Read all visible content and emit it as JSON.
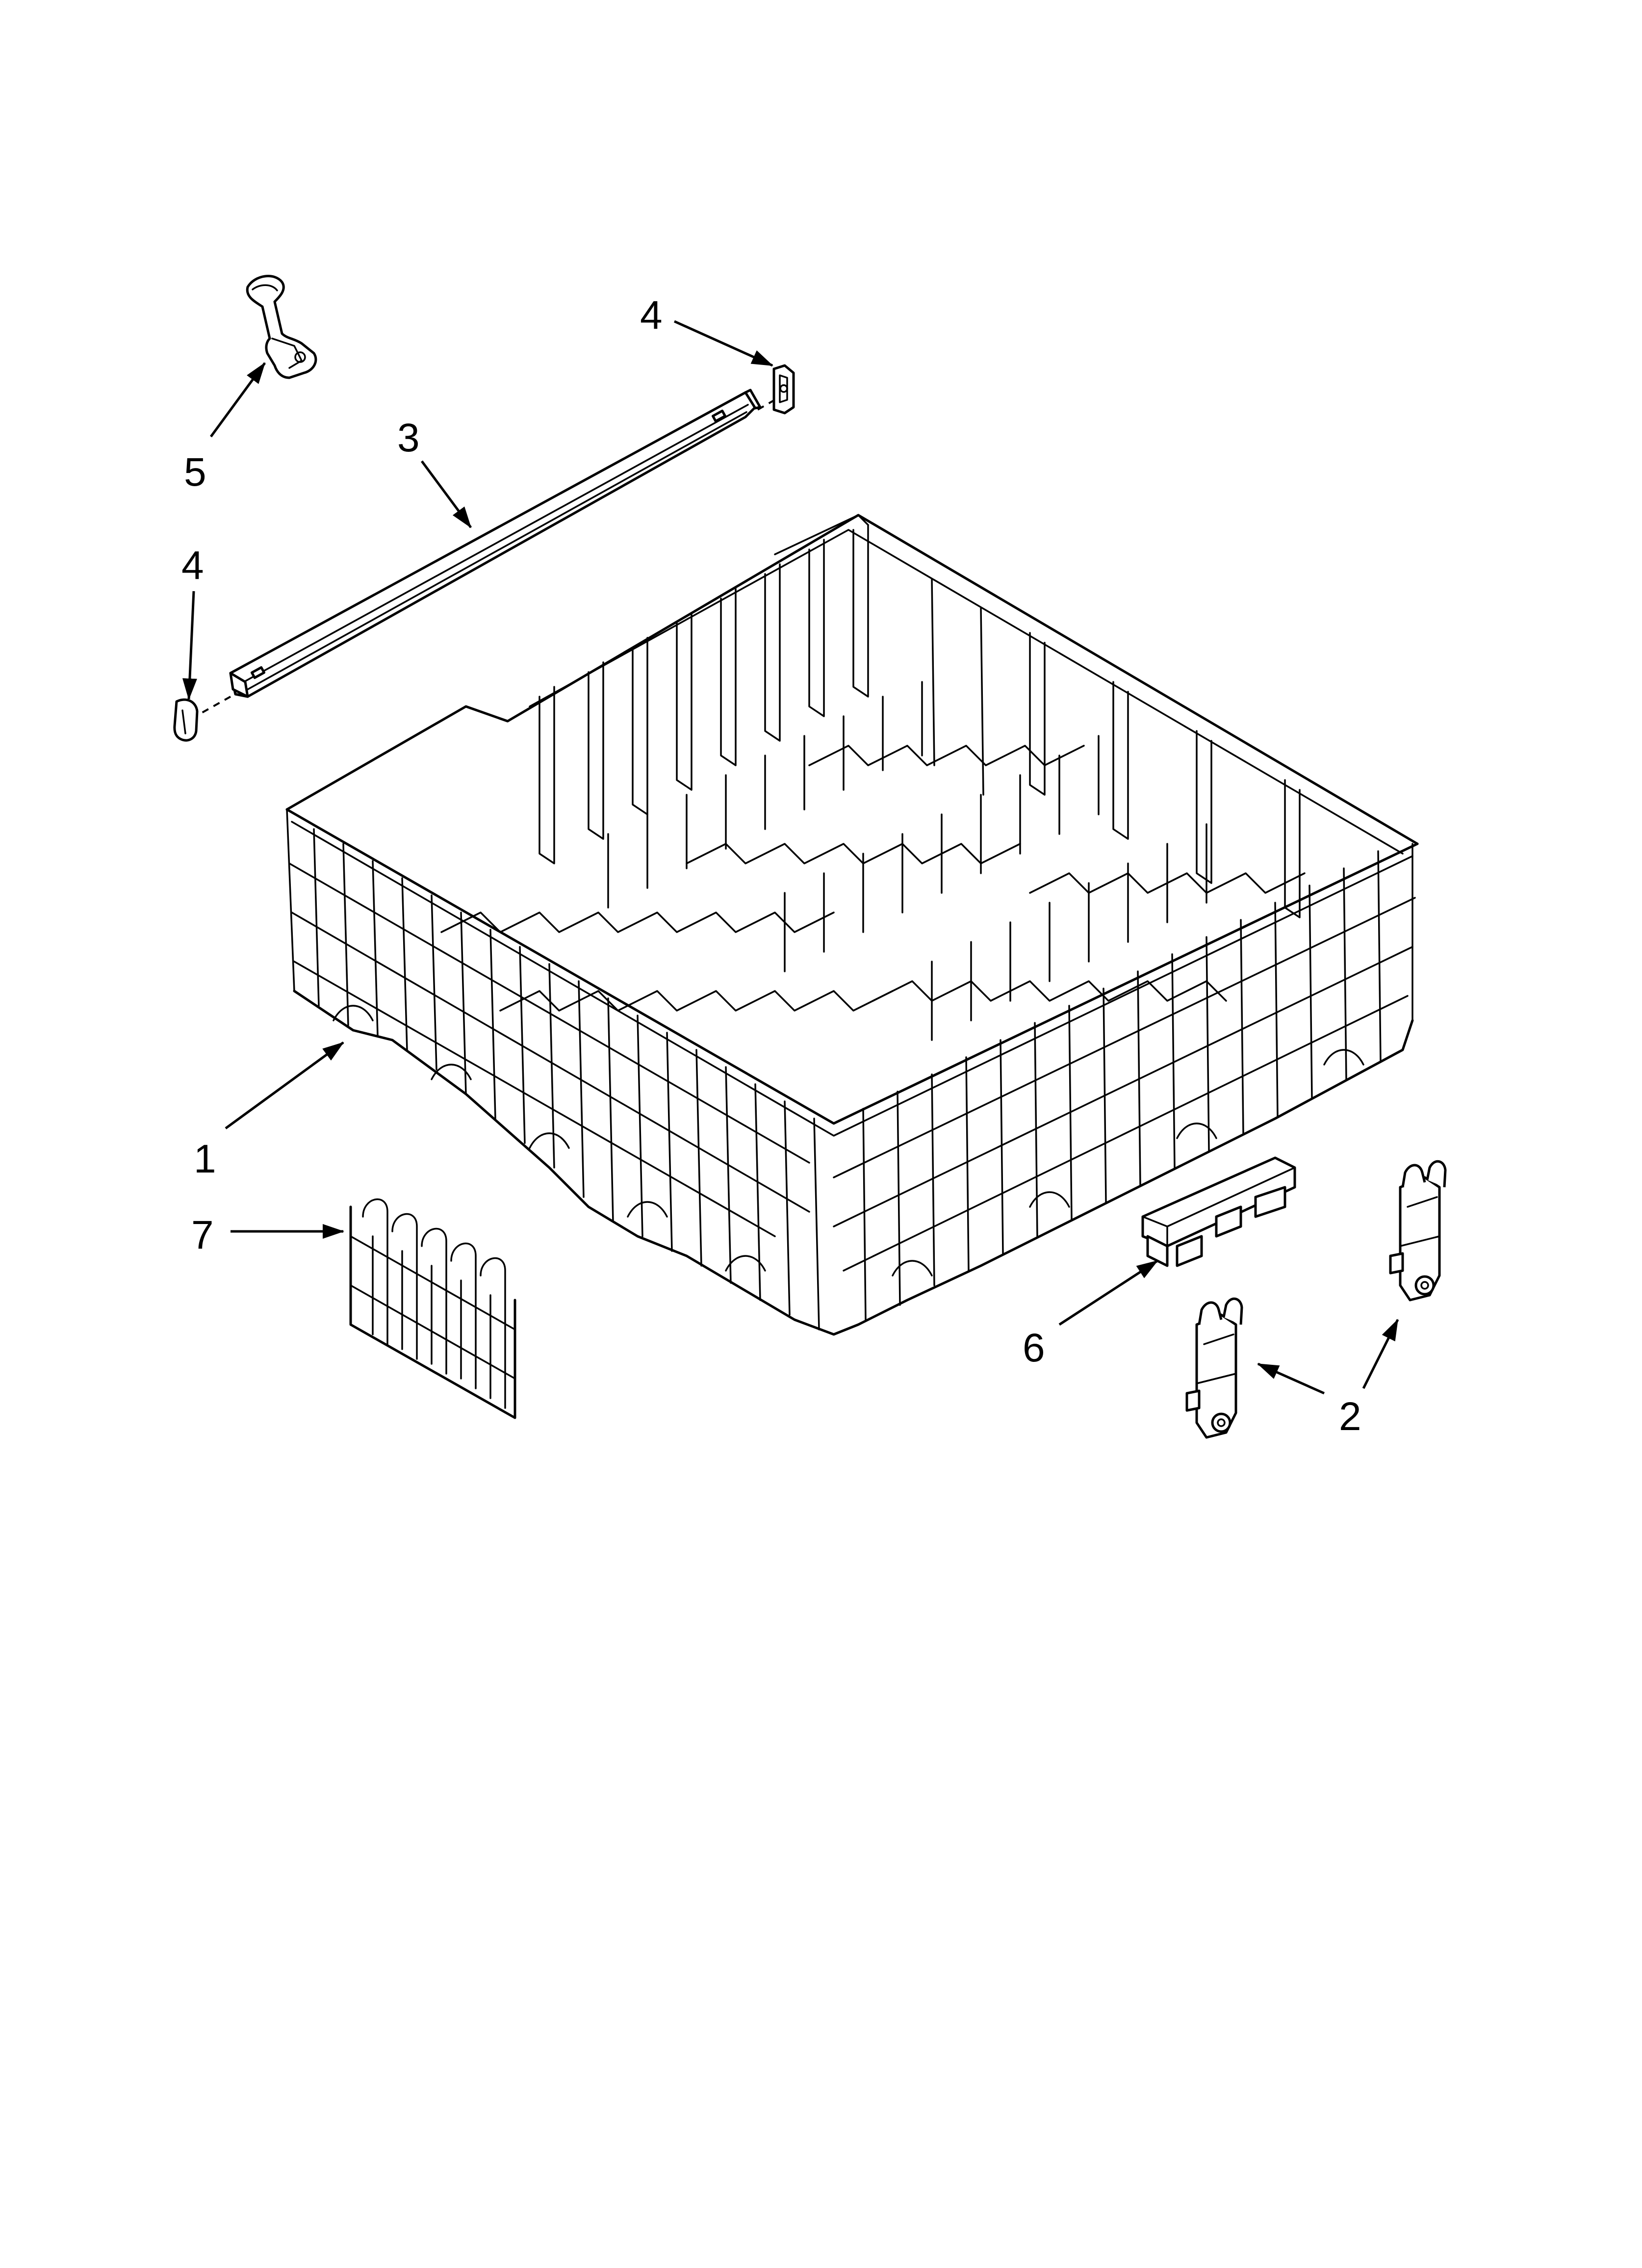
{
  "callouts": {
    "c1": "1",
    "c2": "2",
    "c3": "3",
    "c4a": "4",
    "c4b": "4",
    "c5": "5",
    "c6": "6",
    "c7": "7"
  },
  "colors": {
    "line": "#000000",
    "background": "#ffffff"
  }
}
